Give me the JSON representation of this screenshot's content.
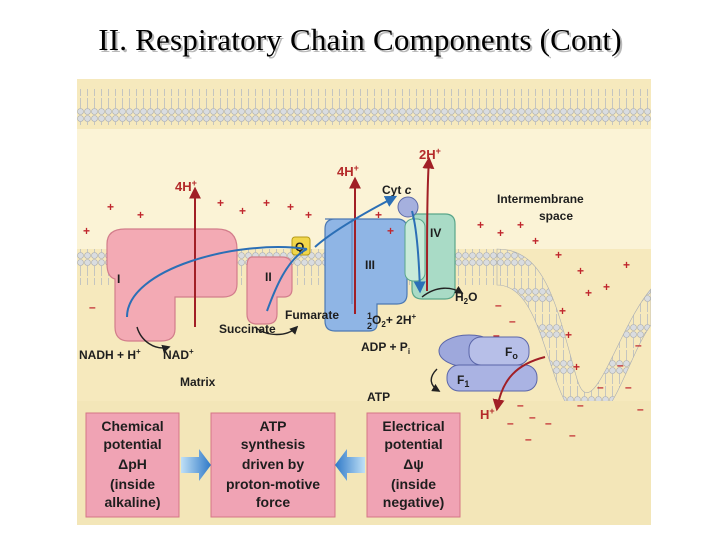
{
  "title": "II. Respiratory Chain Components (Cont)",
  "labels": {
    "complex_1": "I",
    "complex_2": "II",
    "complex_3": "III",
    "complex_4": "IV",
    "q": "Q",
    "cyt": "Cyt",
    "cyt_c": "c",
    "h4_left": "4H",
    "h4_mid": "4H",
    "h2_top": "2H",
    "intermembrane_1": "Intermembrane",
    "intermembrane_2": "space",
    "matrix": "Matrix",
    "succinate": "Succinate",
    "fumarate": "Fumarate",
    "nadh": "NADH + H",
    "nad": "NAD",
    "h2o": "H",
    "h2o_o": "O",
    "half_o2": "O",
    "plus_2h": "+  2H",
    "adp": "ADP + P",
    "adp_i": "i",
    "atp": "ATP",
    "fo": "F",
    "fo_sub": "o",
    "f1": "F",
    "f1_sub": "1",
    "h_bottom": "H"
  },
  "boxes": {
    "left": [
      "Chemical",
      "potential",
      "ΔpH",
      "(inside",
      "alkaline)"
    ],
    "center": [
      "ATP",
      "synthesis",
      "driven by",
      "proton-motive",
      "force"
    ],
    "right": [
      "Electrical",
      "potential",
      "Δψ",
      "(inside",
      "negative)"
    ]
  },
  "colors": {
    "membrane": "#cfd3d8",
    "intermembrane": "#f7edc6",
    "matrix": "#f3e6b8",
    "complex_pink": "#f3aab4",
    "complex_blue": "#8fb5e5",
    "complex_green": "#a9dbc6",
    "atp_synthase": "#9ea8dc",
    "box_fill": "#f0a3b4",
    "arrow_red": "#a11f26",
    "arrow_blue": "#2b6fb6"
  }
}
